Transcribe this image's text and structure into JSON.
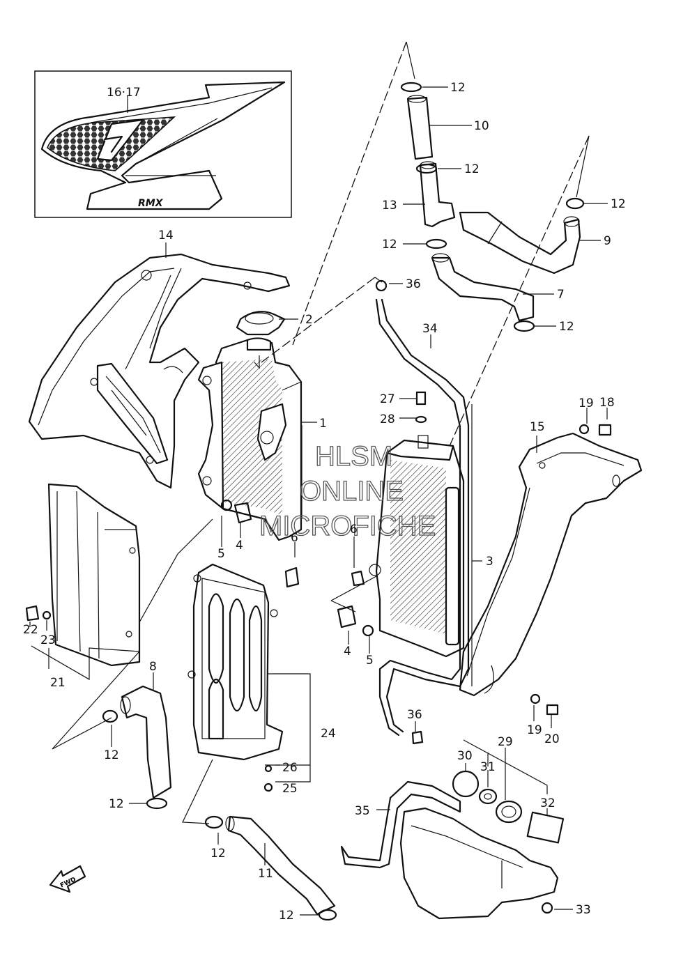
{
  "diagram": {
    "callouts": [
      "1",
      "2",
      "3",
      "4",
      "4",
      "5",
      "5",
      "6",
      "6",
      "7",
      "8",
      "9",
      "10",
      "11",
      "12",
      "12",
      "12",
      "12",
      "12",
      "12",
      "12",
      "12",
      "12",
      "13",
      "14",
      "15",
      "16·17",
      "18",
      "19",
      "19",
      "20",
      "21",
      "22",
      "23",
      "24",
      "25",
      "26",
      "27",
      "28",
      "29",
      "30",
      "31",
      "32",
      "33",
      "34",
      "35",
      "36",
      "36"
    ],
    "fwd_label": "FWD",
    "decal_text": "RMX"
  },
  "watermark": {
    "line1": "HLSM",
    "line2": "ONLINE",
    "line3": "MICROFICHE"
  }
}
